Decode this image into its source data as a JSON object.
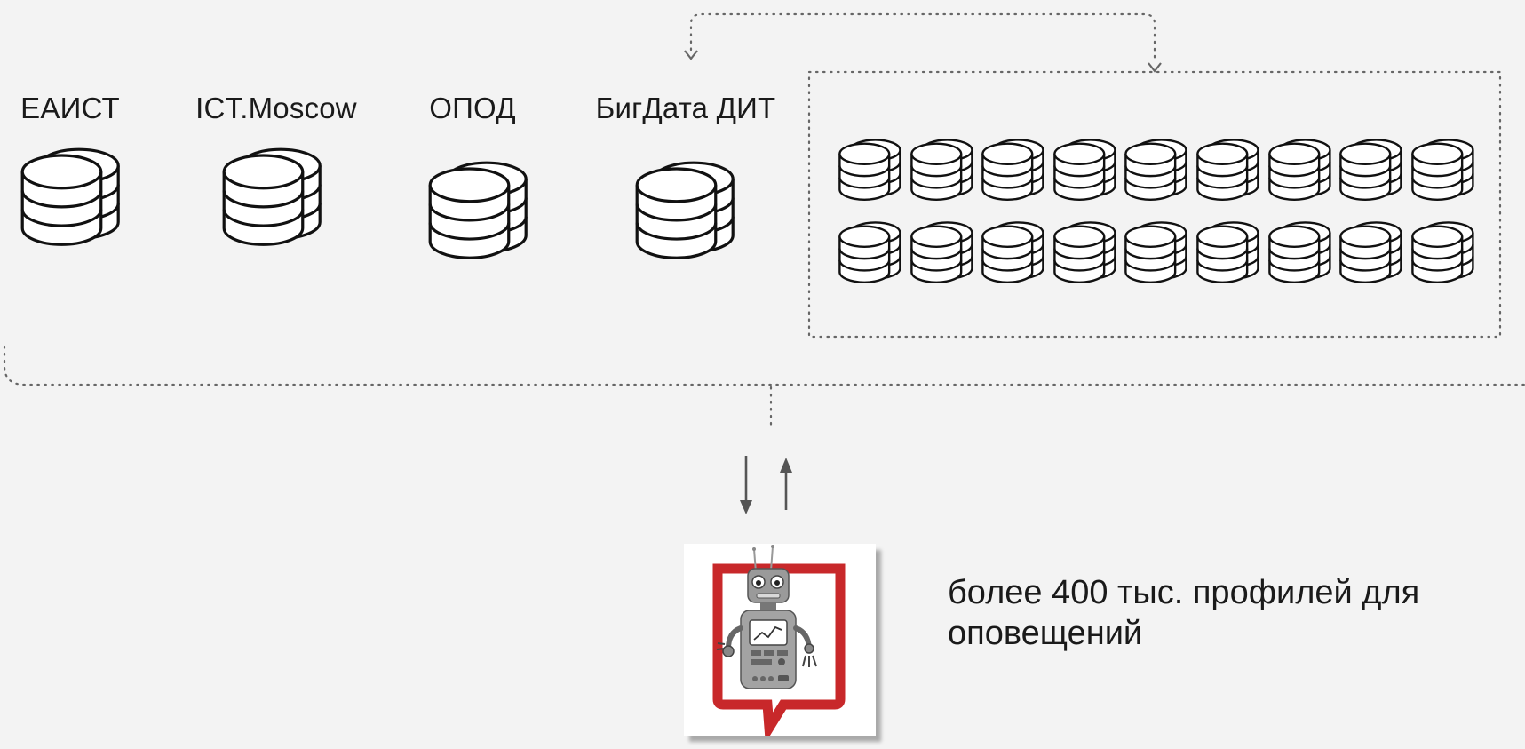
{
  "sources": [
    {
      "name": "ЕАИСТ"
    },
    {
      "name": "ICT.Moscow"
    },
    {
      "name": "ОПОД"
    },
    {
      "name": "БигДата ДИТ"
    }
  ],
  "other_sources_count": 18,
  "bot": {
    "icon": "robot-icon"
  },
  "profiles_text": "более 400 тыс. профилей для оповещений",
  "colors": {
    "background": "#f3f3f3",
    "stroke": "#111111",
    "connector": "#555555",
    "bot_red": "#c8282a"
  }
}
